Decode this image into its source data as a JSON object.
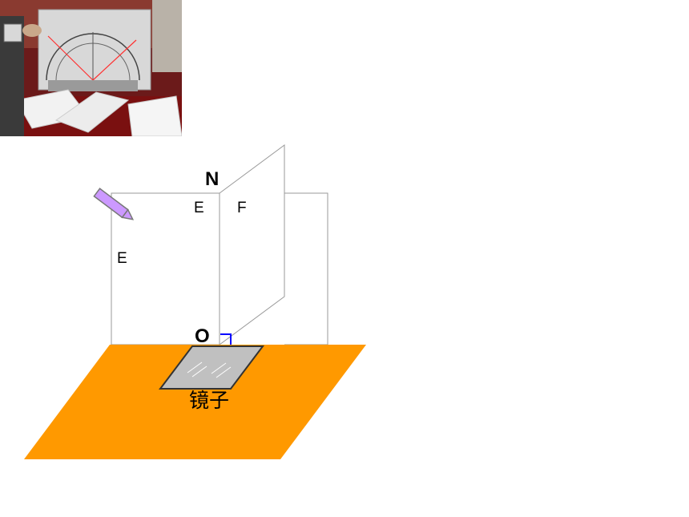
{
  "labels": {
    "normal": "N",
    "panel_e_top": "E",
    "panel_f": "F",
    "panel_e_side": "E",
    "point": "O",
    "mirror": "镜子"
  },
  "colors": {
    "base": "#ff9900",
    "mirror": "#c0c0c0",
    "pen": "#cc99ff",
    "right_angle": "#0000ff",
    "frame": "#999999"
  },
  "icons": {
    "pen": "laser-pen-icon",
    "photo": "lab-photo-image"
  }
}
